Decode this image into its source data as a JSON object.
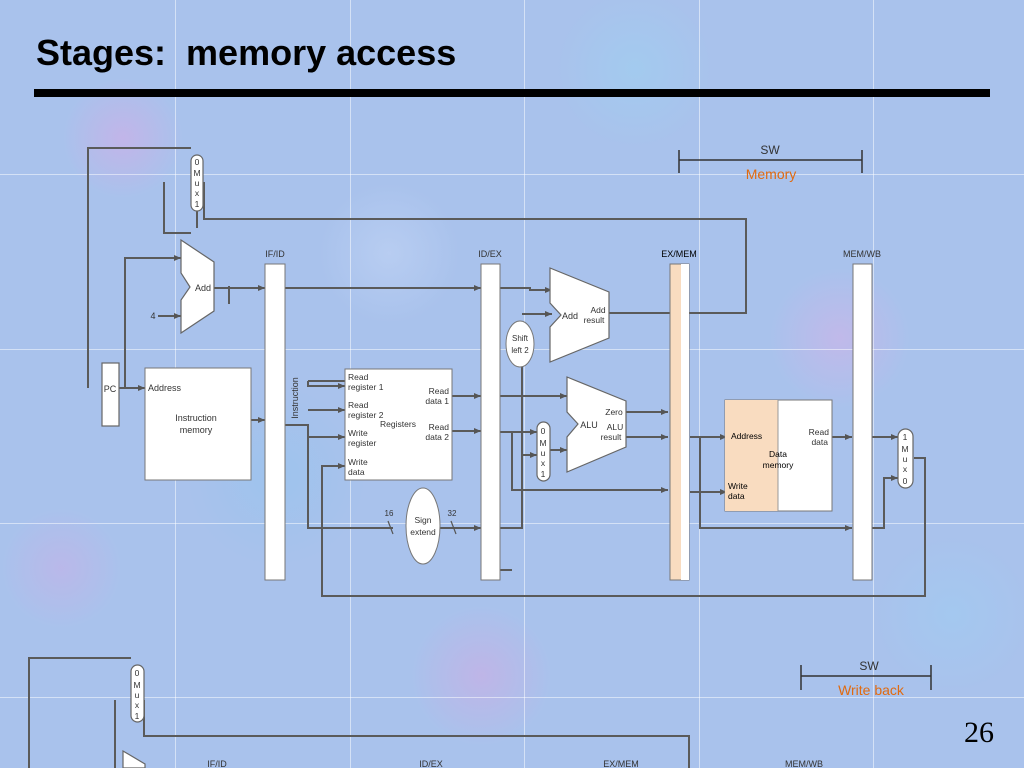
{
  "slide": {
    "title": "Stages:  memory access",
    "page_number": "26"
  },
  "colors": {
    "title_rule": "#000000",
    "highlight_label": "#e06a10",
    "active_stage_fill": "#f9dcc0",
    "datapath_line": "#5a5a5a"
  },
  "main_diagram": {
    "annotation": {
      "instruction": "SW",
      "stage": "Memory"
    },
    "pipeline_registers": [
      "IF/ID",
      "ID/EX",
      "EX/MEM",
      "MEM/WB"
    ],
    "active_register": "EX/MEM",
    "mux_labels": {
      "pc_mux": [
        "0",
        "M",
        "u",
        "x",
        "1"
      ],
      "alu_mux": [
        "0",
        "M",
        "u",
        "x",
        "1"
      ],
      "wb_mux": [
        "1",
        "M",
        "u",
        "x",
        "0"
      ]
    },
    "components": {
      "pc": "PC",
      "pc_adder": "Add",
      "constant_four": "4",
      "instruction_memory": {
        "address": "Address",
        "name_line1": "Instruction",
        "name_line2": "memory",
        "output": "Instruction"
      },
      "registers": {
        "name": "Registers",
        "read_register_1": [
          "Read",
          "register 1"
        ],
        "read_register_2": [
          "Read",
          "register 2"
        ],
        "write_register": [
          "Write",
          "register"
        ],
        "write_data": [
          "Write",
          "data"
        ],
        "read_data_1": [
          "Read",
          "data 1"
        ],
        "read_data_2": [
          "Read",
          "data 2"
        ]
      },
      "shift_left": [
        "Shift",
        "left 2"
      ],
      "branch_adder": {
        "name": "Add",
        "result": [
          "Add",
          "result"
        ]
      },
      "alu": {
        "name": "ALU",
        "zero": "Zero",
        "result": [
          "ALU",
          "result"
        ]
      },
      "sign_extend": {
        "name": [
          "Sign",
          "extend"
        ],
        "in_width": "16",
        "out_width": "32"
      },
      "data_memory": {
        "address": "Address",
        "name": [
          "Data",
          "memory"
        ],
        "write_data": [
          "Write",
          "data"
        ],
        "read_data": [
          "Read",
          "data"
        ]
      }
    }
  },
  "second_diagram": {
    "annotation": {
      "instruction": "SW",
      "stage": "Write back"
    },
    "pipeline_registers": [
      "IF/ID",
      "ID/EX",
      "EX/MEM",
      "MEM/WB"
    ],
    "pc_mux": [
      "0",
      "M",
      "u",
      "x",
      "1"
    ]
  }
}
